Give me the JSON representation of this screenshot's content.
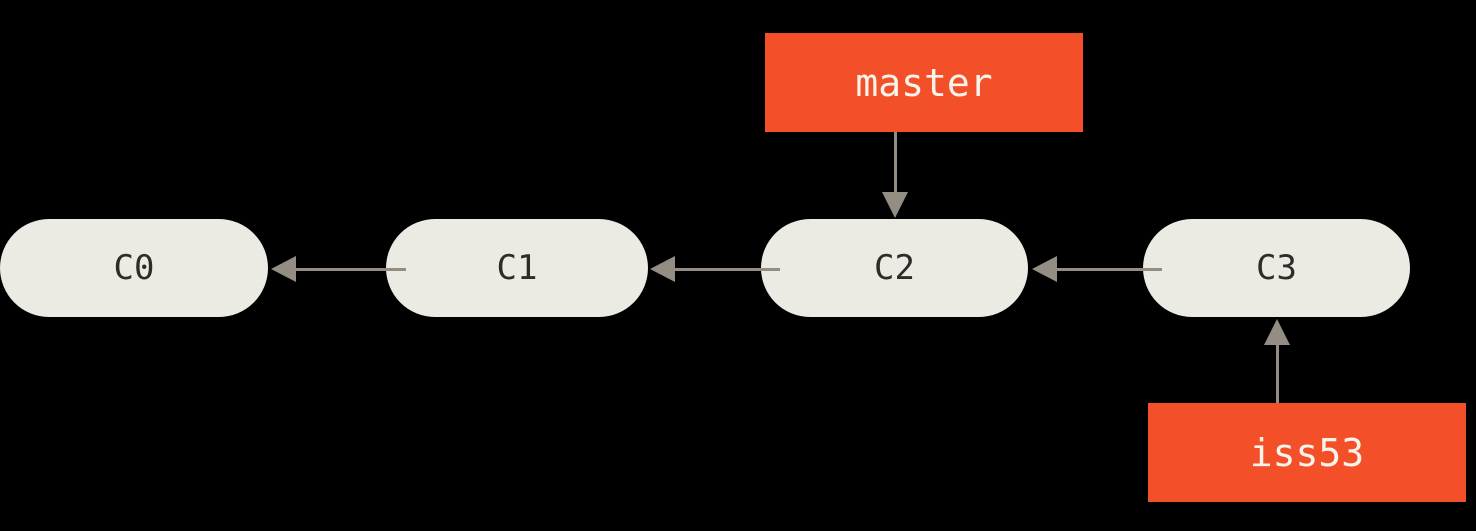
{
  "diagram": {
    "commits": [
      {
        "label": "C0"
      },
      {
        "label": "C1"
      },
      {
        "label": "C2"
      },
      {
        "label": "C3"
      }
    ],
    "branches": [
      {
        "label": "master",
        "points_to": "C2"
      },
      {
        "label": "iss53",
        "points_to": "C3"
      }
    ],
    "edges": [
      {
        "from": "C1",
        "to": "C0"
      },
      {
        "from": "C2",
        "to": "C1"
      },
      {
        "from": "C3",
        "to": "C2"
      }
    ],
    "colors": {
      "background": "#000000",
      "commit_fill": "#ebeae3",
      "commit_text": "#2d2c28",
      "branch_label_bg": "#f3502a",
      "branch_label_text": "#f8f4ec",
      "arrow": "#948d83"
    }
  }
}
